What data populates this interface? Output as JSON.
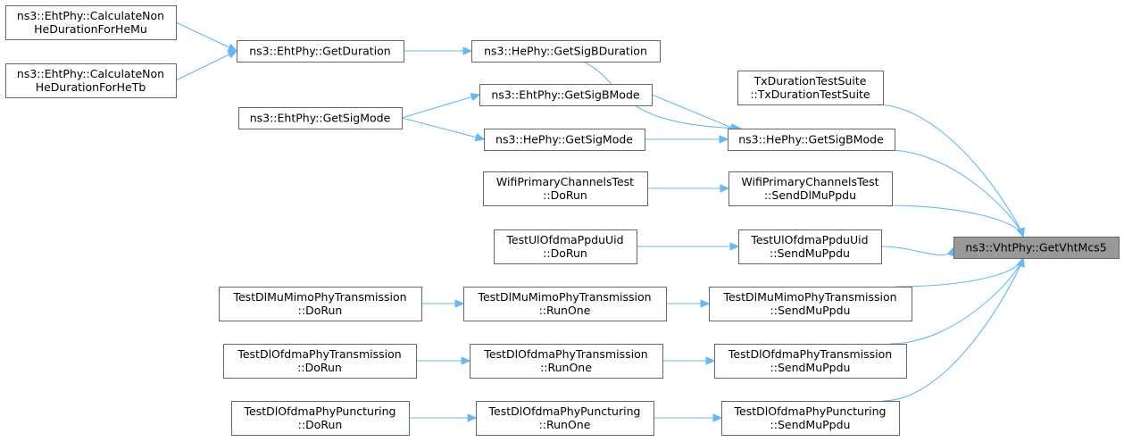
{
  "graph": {
    "nodes": {
      "root": {
        "lines": [
          "ns3::VhtPhy::GetVhtMcs5"
        ],
        "root": true
      },
      "calcNonHeMu": {
        "lines": [
          "ns3::EhtPhy::CalculateNon",
          "HeDurationForHeMu"
        ]
      },
      "calcNonHeTb": {
        "lines": [
          "ns3::EhtPhy::CalculateNon",
          "HeDurationForHeTb"
        ]
      },
      "ehtGetDuration": {
        "lines": [
          "ns3::EhtPhy::GetDuration"
        ]
      },
      "heGetSigBDuration": {
        "lines": [
          "ns3::HePhy::GetSigBDuration"
        ]
      },
      "ehtGetSigMode": {
        "lines": [
          "ns3::EhtPhy::GetSigMode"
        ]
      },
      "ehtGetSigBMode": {
        "lines": [
          "ns3::EhtPhy::GetSigBMode"
        ]
      },
      "heGetSigMode": {
        "lines": [
          "ns3::HePhy::GetSigMode"
        ]
      },
      "heGetSigBMode": {
        "lines": [
          "ns3::HePhy::GetSigBMode"
        ]
      },
      "txDurationSuite": {
        "lines": [
          "TxDurationTestSuite",
          "::TxDurationTestSuite"
        ]
      },
      "wifiPrimDoRun": {
        "lines": [
          "WifiPrimaryChannelsTest",
          "::DoRun"
        ]
      },
      "wifiPrimSendDl": {
        "lines": [
          "WifiPrimaryChannelsTest",
          "::SendDlMuPpdu"
        ]
      },
      "ulOfdmaDoRun": {
        "lines": [
          "TestUlOfdmaPpduUid",
          "::DoRun"
        ]
      },
      "ulOfdmaSendMu": {
        "lines": [
          "TestUlOfdmaPpduUid",
          "::SendMuPpdu"
        ]
      },
      "dlMimoDoRun": {
        "lines": [
          "TestDlMuMimoPhyTransmission",
          "::DoRun"
        ]
      },
      "dlMimoRunOne": {
        "lines": [
          "TestDlMuMimoPhyTransmission",
          "::RunOne"
        ]
      },
      "dlMimoSendMu": {
        "lines": [
          "TestDlMuMimoPhyTransmission",
          "::SendMuPpdu"
        ]
      },
      "dlOfdmaDoRun": {
        "lines": [
          "TestDlOfdmaPhyTransmission",
          "::DoRun"
        ]
      },
      "dlOfdmaRunOne": {
        "lines": [
          "TestDlOfdmaPhyTransmission",
          "::RunOne"
        ]
      },
      "dlOfdmaSendMu": {
        "lines": [
          "TestDlOfdmaPhyTransmission",
          "::SendMuPpdu"
        ]
      },
      "dlPuncDoRun": {
        "lines": [
          "TestDlOfdmaPhyPuncturing",
          "::DoRun"
        ]
      },
      "dlPuncRunOne": {
        "lines": [
          "TestDlOfdmaPhyPuncturing",
          "::RunOne"
        ]
      },
      "dlPuncSendMu": {
        "lines": [
          "TestDlOfdmaPhyPuncturing",
          "::SendMuPpdu"
        ]
      }
    },
    "edges": [
      [
        "calcNonHeMu",
        "ehtGetDuration"
      ],
      [
        "calcNonHeTb",
        "ehtGetDuration"
      ],
      [
        "ehtGetDuration",
        "heGetSigBDuration"
      ],
      [
        "heGetSigBDuration",
        "heGetSigBMode"
      ],
      [
        "ehtGetSigMode",
        "ehtGetSigBMode"
      ],
      [
        "ehtGetSigMode",
        "heGetSigMode"
      ],
      [
        "ehtGetSigBMode",
        "heGetSigBMode"
      ],
      [
        "heGetSigMode",
        "heGetSigBMode"
      ],
      [
        "heGetSigBMode",
        "root"
      ],
      [
        "txDurationSuite",
        "root"
      ],
      [
        "wifiPrimDoRun",
        "wifiPrimSendDl"
      ],
      [
        "wifiPrimSendDl",
        "root"
      ],
      [
        "ulOfdmaDoRun",
        "ulOfdmaSendMu"
      ],
      [
        "ulOfdmaSendMu",
        "root"
      ],
      [
        "dlMimoDoRun",
        "dlMimoRunOne"
      ],
      [
        "dlMimoRunOne",
        "dlMimoSendMu"
      ],
      [
        "dlMimoSendMu",
        "root"
      ],
      [
        "dlOfdmaDoRun",
        "dlOfdmaRunOne"
      ],
      [
        "dlOfdmaRunOne",
        "dlOfdmaSendMu"
      ],
      [
        "dlOfdmaSendMu",
        "root"
      ],
      [
        "dlPuncDoRun",
        "dlPuncRunOne"
      ],
      [
        "dlPuncRunOne",
        "dlPuncSendMu"
      ],
      [
        "dlPuncSendMu",
        "root"
      ]
    ],
    "colors": {
      "edge": "#63b8ff",
      "node_border": "#666666",
      "root_fill": "#999999"
    }
  }
}
